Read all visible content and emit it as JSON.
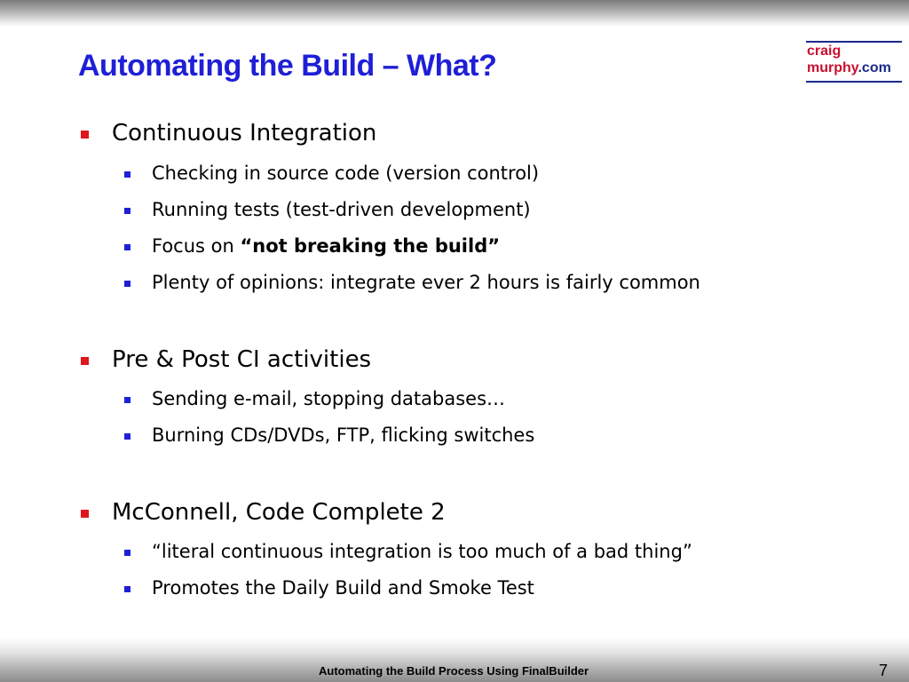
{
  "slide": {
    "title": "Automating the Build – What?",
    "logo": {
      "line1": "craig",
      "line2_name": "murphy",
      "line2_domain": ".com"
    },
    "bullets": [
      {
        "level": 1,
        "text": "Continuous Integration"
      },
      {
        "level": 2,
        "text": "Checking in source code (version control)"
      },
      {
        "level": 2,
        "text": "Running tests (test-driven development)"
      },
      {
        "level": 2,
        "text_prefix": "Focus on ",
        "text_bold": "“not breaking the build”"
      },
      {
        "level": 2,
        "text": "Plenty of opinions: integrate ever 2 hours is fairly common"
      },
      {
        "level": 1,
        "text": "Pre & Post CI activities"
      },
      {
        "level": 2,
        "text": "Sending e-mail, stopping databases…"
      },
      {
        "level": 2,
        "text": "Burning CDs/DVDs, FTP, flicking switches"
      },
      {
        "level": 1,
        "text": "McConnell, Code Complete 2"
      },
      {
        "level": 2,
        "text": "“literal continuous integration is too much of a bad thing”"
      },
      {
        "level": 2,
        "text": "Promotes the Daily Build and Smoke Test"
      }
    ],
    "footer": "Automating the Build Process Using FinalBuilder",
    "page_number": "7"
  },
  "colors": {
    "title": "#1f1fd6",
    "bullet_level1": "#e0161c",
    "bullet_level2": "#1f1fd6",
    "logo_red": "#c8102e",
    "logo_blue": "#1a2a8a",
    "text": "#000000"
  }
}
